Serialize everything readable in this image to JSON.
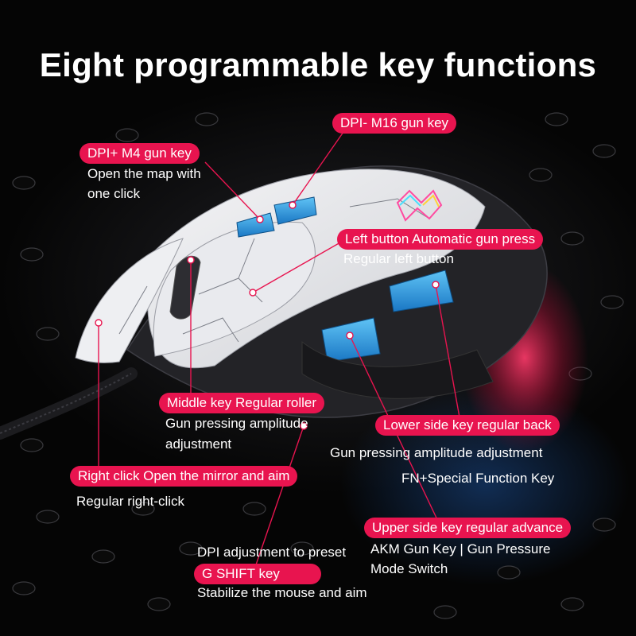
{
  "title": "Eight programmable key functions",
  "colors": {
    "accent": "#e8144f",
    "button_blue": "#3aa0e8",
    "shell_white": "#eeeff2",
    "background": "#111113"
  },
  "callouts": {
    "dpi_plus": {
      "tag": "DPI+ M4 gun key",
      "line1": "Open the map with",
      "line2": "one click"
    },
    "dpi_minus": {
      "tag": "DPI- M16 gun key"
    },
    "left_button": {
      "tag": "Left button Automatic gun press",
      "line1": "Regular left button"
    },
    "middle_key": {
      "tag": "Middle key Regular roller",
      "line1": "Gun pressing amplitude",
      "line2": "adjustment"
    },
    "lower_side": {
      "tag": "Lower side key regular back",
      "line1": "Gun pressing amplitude adjustment",
      "line2": "FN+Special Function Key"
    },
    "right_click": {
      "tag": "Right click Open the mirror and aim",
      "line1": "Regular right-click"
    },
    "upper_side": {
      "tag": "Upper side key regular advance",
      "line1": "AKM Gun Key  |  Gun Pressure",
      "line2": "Mode Switch"
    },
    "g_shift": {
      "tag": "G SHIFT key",
      "line1": "DPI adjustment to preset",
      "line2": "Stabilize the mouse and aim"
    }
  }
}
